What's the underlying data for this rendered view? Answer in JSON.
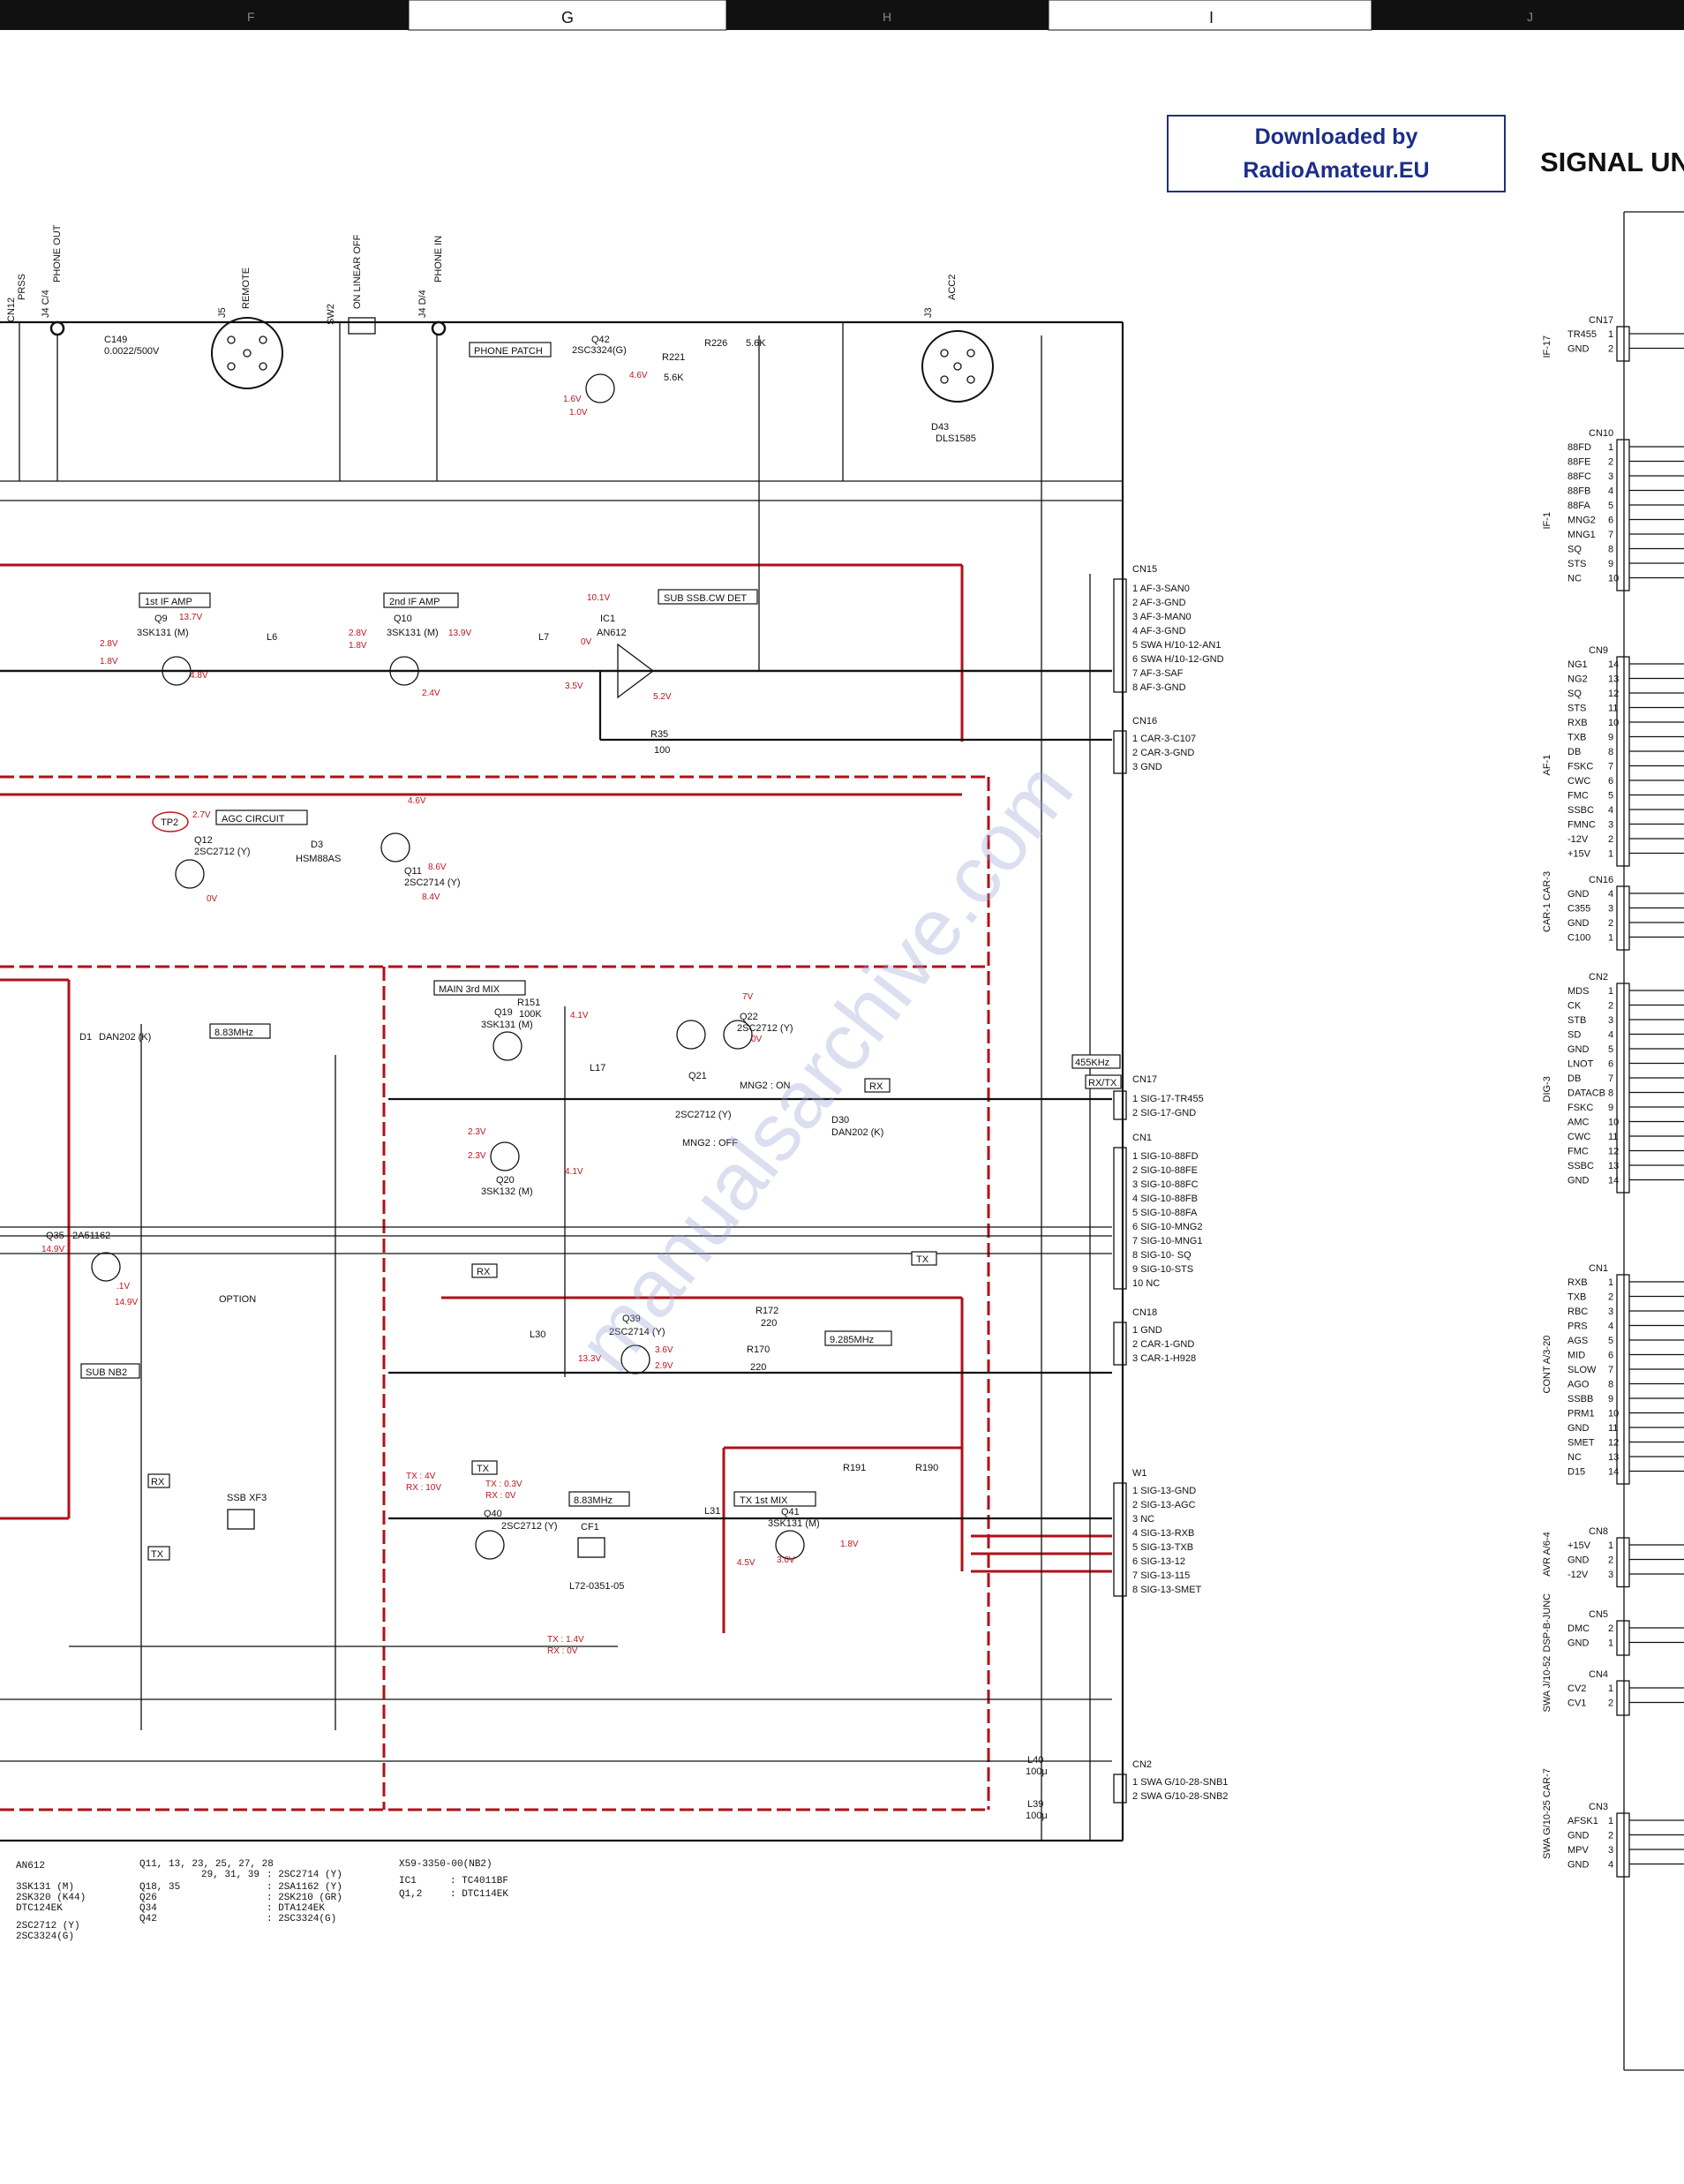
{
  "ruler": {
    "columns": [
      "F",
      "G",
      "H",
      "I",
      "J"
    ]
  },
  "banner": {
    "line1": "Downloaded by",
    "line2": "RadioAmateur.EU"
  },
  "section_title": "SIGNAL UN",
  "watermark": "manualsarchive.com",
  "functional_blocks": {
    "first_if_amp": "1st IF AMP",
    "second_if_amp": "2nd IF AMP",
    "sub_ssb_cw_det": "SUB SSB.CW DET",
    "agc_circuit": "AGC CIRCUIT",
    "phone_patch": "PHONE PATCH",
    "main_3rd_mix": "MAIN 3rd MIX",
    "tx_1st_mix": "TX 1st MIX",
    "sub_nb2": "SUB NB2",
    "option": "OPTION",
    "f_883": "8.83MHz",
    "f_883b": "8.83MHz",
    "f_9285": "9.285MHz",
    "f_455": "455KHz",
    "rx_tx": "RX/TX",
    "rx": "RX",
    "tx": "TX"
  },
  "top_jacks": [
    {
      "ref": "CN12",
      "label": "PRSS"
    },
    {
      "ref": "J4 C/4",
      "label": "PHONE OUT"
    },
    {
      "ref": "J5",
      "label": "REMOTE"
    },
    {
      "ref": "SW2",
      "label": "ON LINEAR OFF"
    },
    {
      "ref": "J4 D/4",
      "label": "PHONE IN"
    },
    {
      "ref": "J3",
      "label": "ACC2"
    }
  ],
  "components": {
    "q42": "Q42",
    "q42_type": "2SC3324(G)",
    "q9": "Q9",
    "q9_type": "3SK131 (M)",
    "q10": "Q10",
    "q10_type": "3SK131 (M)",
    "ic1": "IC1",
    "ic1_type": "AN612",
    "q12": "Q12",
    "q12_type": "2SC2712 (Y)",
    "q11": "Q11",
    "q11_type": "2SC2714 (Y)",
    "q19": "Q19",
    "q19_type": "3SK131 (M)",
    "q20": "Q20",
    "q20_type": "3SK132 (M)",
    "q22": "Q22",
    "q22_type": "2SC2712 (Y)",
    "q21": "Q21",
    "q21_type": "2SC2712 (Y)",
    "q35": "Q35",
    "q35_type": "2A51162",
    "q39": "Q39",
    "q39_type": "2SC2714 (Y)",
    "q40": "Q40",
    "q40_type": "2SC2712 (Y)",
    "q41": "Q41",
    "q41_type": "3SK131 (M)",
    "d1": "D1",
    "d1_type": "DAN202 (K)",
    "d3": "D3",
    "d3_type": "HSM88AS",
    "d30": "D30",
    "d30_type": "DAN202 (K)",
    "d43": "D43",
    "d43_type": "DLS1585",
    "xf3": "SSB XF3",
    "cf1": "CF1",
    "cf1_type": "L72-0351-05",
    "l6": "L6",
    "l7": "L7",
    "l17": "L17",
    "l30": "L30",
    "l31": "L31",
    "l40": "L40",
    "l40_val": "100μ",
    "l39": "L39",
    "l39_val": "100μ",
    "tp2": "TP2",
    "c149": "C149",
    "c149_val": "0.0022/500V",
    "r226": "R226",
    "r226_val": "5.6K",
    "r221": "R221",
    "r221_val": "5.6K",
    "r35": "R35",
    "r35_val": "100",
    "r151": "R151",
    "r151_val": "100K",
    "r172": "R172",
    "r172_val": "220",
    "r170": "R170",
    "r170_val": "220",
    "r190": "R190",
    "r191": "R191",
    "mng2_on": "MNG2 : ON",
    "mng2_off": "MNG2 : OFF"
  },
  "voltages": {
    "q9_d": "13.7V",
    "q9_g": "4.8V",
    "q9_s": "2.8V",
    "q9_s2": "1.8V",
    "q10_d": "13.9V",
    "q10_s": "2.8V",
    "q10_s2": "1.8V",
    "q10_g": "2.4V",
    "ic1_v1": "10.1V",
    "ic1_v2": "0V",
    "ic1_v3": "3.5V",
    "ic1_v4": "5.2V",
    "q42_v1": "4.6V",
    "q42_v2": "1.6V",
    "q42_v3": "1.0V",
    "q12_v": "2.7V",
    "q12_v2": "0V",
    "q11_v1": "4.6V",
    "q11_v2": "8.6V",
    "q11_v3": "8.4V",
    "q19_v": "4.1V",
    "q20_v1": "2.3V",
    "q20_v2": "2.3V",
    "q20_v3": "4.1V",
    "q22_v1": "7V",
    "q22_v2": "0V",
    "q39_v1": "13.3V",
    "q39_v2": "3.6V",
    "q39_v3": "2.9V",
    "q40_tx": "TX : 4V",
    "q40_rx": "RX : 10V",
    "q40_tx2": "TX : 0.3V",
    "q40_rx2": "RX : 0V",
    "q40_tx3": "TX : 1.4V",
    "q40_rx3": "RX : 0V",
    "q41_v1": "4.5V",
    "q41_v2": "3.0V",
    "q41_v3": "1.8V",
    "q35_v1": "14.9V",
    "q35_v2": "14.9V",
    "q35_v3": ".1V"
  },
  "cn15": {
    "ref": "CN15",
    "pins": [
      {
        "n": "1",
        "sig": "AF-3-SAN0"
      },
      {
        "n": "2",
        "sig": "AF-3-GND"
      },
      {
        "n": "3",
        "sig": "AF-3-MAN0"
      },
      {
        "n": "4",
        "sig": "AF-3-GND"
      },
      {
        "n": "5",
        "sig": "SWA H/10-12-AN1"
      },
      {
        "n": "6",
        "sig": "SWA H/10-12-GND"
      },
      {
        "n": "7",
        "sig": "AF-3-SAF"
      },
      {
        "n": "8",
        "sig": "AF-3-GND"
      }
    ]
  },
  "cn16": {
    "ref": "CN16",
    "pins": [
      {
        "n": "1",
        "sig": "CAR-3-C107"
      },
      {
        "n": "2",
        "sig": "CAR-3-GND"
      },
      {
        "n": "3",
        "sig": "GND"
      }
    ]
  },
  "cn17": {
    "ref": "CN17",
    "pins": [
      {
        "n": "1",
        "sig": "SIG-17-TR455"
      },
      {
        "n": "2",
        "sig": "SIG-17-GND"
      }
    ]
  },
  "cn1": {
    "ref": "CN1",
    "pins": [
      {
        "n": "1",
        "sig": "SIG-10-88FD"
      },
      {
        "n": "2",
        "sig": "SIG-10-88FE"
      },
      {
        "n": "3",
        "sig": "SIG-10-88FC"
      },
      {
        "n": "4",
        "sig": "SIG-10-88FB"
      },
      {
        "n": "5",
        "sig": "SIG-10-88FA"
      },
      {
        "n": "6",
        "sig": "SIG-10-MNG2"
      },
      {
        "n": "7",
        "sig": "SIG-10-MNG1"
      },
      {
        "n": "8",
        "sig": "SIG-10- SQ"
      },
      {
        "n": "9",
        "sig": "SIG-10-STS"
      },
      {
        "n": "10",
        "sig": "NC"
      }
    ]
  },
  "cn18": {
    "ref": "CN18",
    "pins": [
      {
        "n": "1",
        "sig": "GND"
      },
      {
        "n": "2",
        "sig": "CAR-1-GND"
      },
      {
        "n": "3",
        "sig": "CAR-1-H928"
      }
    ]
  },
  "w1": {
    "ref": "W1",
    "pins": [
      {
        "n": "1",
        "sig": "SIG-13-GND"
      },
      {
        "n": "2",
        "sig": "SIG-13-AGC"
      },
      {
        "n": "3",
        "sig": "NC"
      },
      {
        "n": "4",
        "sig": "SIG-13-RXB"
      },
      {
        "n": "5",
        "sig": "SIG-13-TXB"
      },
      {
        "n": "6",
        "sig": "SIG-13-12"
      },
      {
        "n": "7",
        "sig": "SIG-13-115"
      },
      {
        "n": "8",
        "sig": "SIG-13-SMET"
      }
    ]
  },
  "cn2": {
    "ref": "CN2",
    "pins": [
      {
        "n": "1",
        "sig": "SWA G/10-28-SNB1"
      },
      {
        "n": "2",
        "sig": "SWA G/10-28-SNB2"
      }
    ]
  },
  "right_connectors": [
    {
      "ref": "CN17",
      "group": "IF-17",
      "pins": [
        {
          "n": "1",
          "sig": "TR455"
        },
        {
          "n": "2",
          "sig": "GND"
        }
      ]
    },
    {
      "ref": "CN10",
      "group": "IF-1",
      "pins": [
        {
          "n": "1",
          "sig": "88FD"
        },
        {
          "n": "2",
          "sig": "88FE"
        },
        {
          "n": "3",
          "sig": "88FC"
        },
        {
          "n": "4",
          "sig": "88FB"
        },
        {
          "n": "5",
          "sig": "88FA"
        },
        {
          "n": "6",
          "sig": "MNG2"
        },
        {
          "n": "7",
          "sig": "MNG1"
        },
        {
          "n": "8",
          "sig": "SQ"
        },
        {
          "n": "9",
          "sig": "STS"
        },
        {
          "n": "10",
          "sig": "NC"
        }
      ]
    },
    {
      "ref": "CN9",
      "group": "AF-1",
      "pins": [
        {
          "n": "14",
          "sig": "NG1"
        },
        {
          "n": "13",
          "sig": "NG2"
        },
        {
          "n": "12",
          "sig": "SQ"
        },
        {
          "n": "11",
          "sig": "STS"
        },
        {
          "n": "10",
          "sig": "RXB"
        },
        {
          "n": "9",
          "sig": "TXB"
        },
        {
          "n": "8",
          "sig": "DB"
        },
        {
          "n": "7",
          "sig": "FSKC"
        },
        {
          "n": "6",
          "sig": "CWC"
        },
        {
          "n": "5",
          "sig": "FMC"
        },
        {
          "n": "4",
          "sig": "SSBC"
        },
        {
          "n": "3",
          "sig": "FMNC"
        },
        {
          "n": "2",
          "sig": "-12V"
        },
        {
          "n": "1",
          "sig": "+15V"
        }
      ]
    },
    {
      "ref": "CN16",
      "group": "CAR-1 CAR-3",
      "pins": [
        {
          "n": "4",
          "sig": "GND"
        },
        {
          "n": "3",
          "sig": "C355"
        },
        {
          "n": "2",
          "sig": "GND"
        },
        {
          "n": "1",
          "sig": "C100"
        }
      ]
    },
    {
      "ref": "CN2",
      "group": "DIG-3",
      "pins": [
        {
          "n": "1",
          "sig": "MDS"
        },
        {
          "n": "2",
          "sig": "CK"
        },
        {
          "n": "3",
          "sig": "STB"
        },
        {
          "n": "4",
          "sig": "SD"
        },
        {
          "n": "5",
          "sig": "GND"
        },
        {
          "n": "6",
          "sig": "LNOT"
        },
        {
          "n": "7",
          "sig": "DB"
        },
        {
          "n": "8",
          "sig": "DATACB"
        },
        {
          "n": "9",
          "sig": "FSKC"
        },
        {
          "n": "10",
          "sig": "AMC"
        },
        {
          "n": "11",
          "sig": "CWC"
        },
        {
          "n": "12",
          "sig": "FMC"
        },
        {
          "n": "13",
          "sig": "SSBC"
        },
        {
          "n": "14",
          "sig": "GND"
        }
      ]
    },
    {
      "ref": "CN1",
      "group": "CONT A/3-20",
      "pins": [
        {
          "n": "1",
          "sig": "RXB"
        },
        {
          "n": "2",
          "sig": "TXB"
        },
        {
          "n": "3",
          "sig": "RBC"
        },
        {
          "n": "4",
          "sig": "PRS"
        },
        {
          "n": "5",
          "sig": "AGS"
        },
        {
          "n": "6",
          "sig": "MID"
        },
        {
          "n": "7",
          "sig": "SLOW"
        },
        {
          "n": "8",
          "sig": "AGO"
        },
        {
          "n": "9",
          "sig": "SSBB"
        },
        {
          "n": "10",
          "sig": "PRM1"
        },
        {
          "n": "11",
          "sig": "GND"
        },
        {
          "n": "12",
          "sig": "SMET"
        },
        {
          "n": "13",
          "sig": "NC"
        },
        {
          "n": "14",
          "sig": "D15"
        }
      ]
    },
    {
      "ref": "CN8",
      "group": "AVR A/6-4",
      "pins": [
        {
          "n": "1",
          "sig": "+15V"
        },
        {
          "n": "2",
          "sig": "GND"
        },
        {
          "n": "3",
          "sig": "-12V"
        }
      ]
    },
    {
      "ref": "CN5",
      "group": "DSP-B-JUNC",
      "pins": [
        {
          "n": "2",
          "sig": "DMC"
        },
        {
          "n": "1",
          "sig": "GND"
        }
      ]
    },
    {
      "ref": "CN4",
      "group": "SWA J/10-52",
      "pins": [
        {
          "n": "1",
          "sig": "CV2"
        },
        {
          "n": "2",
          "sig": "CV1"
        }
      ]
    },
    {
      "ref": "CN3",
      "group": "SWA G/10-25 CAR-7",
      "pins": [
        {
          "n": "1",
          "sig": "AFSK1"
        },
        {
          "n": "2",
          "sig": "GND"
        },
        {
          "n": "3",
          "sig": "MPV"
        },
        {
          "n": "4",
          "sig": "GND"
        }
      ]
    }
  ],
  "notes": {
    "parts_left": [
      "AN612",
      "3SK131 (M)",
      "2SK320 (K44)",
      "DTC124EK",
      "2SC2712 (Y)",
      "2SC3324(G)"
    ],
    "parts_mid_refs": [
      "Q11, 13, 23, 25, 27, 28",
      "29, 31, 39",
      "Q18, 35",
      "Q26",
      "Q34",
      "Q42"
    ],
    "parts_mid_types": [
      ": 2SC2714 (Y)",
      ": 2SA1162 (Y)",
      ": 2SK210 (GR)",
      ": DTA124EK",
      ": 2SC3324(G)"
    ],
    "nb2_title": "X59-3350-00(NB2)",
    "nb2_rows": [
      {
        "ref": "IC1",
        "type": ": TC4011BF"
      },
      {
        "ref": "Q1,2",
        "type": ": DTC114EK"
      }
    ]
  }
}
